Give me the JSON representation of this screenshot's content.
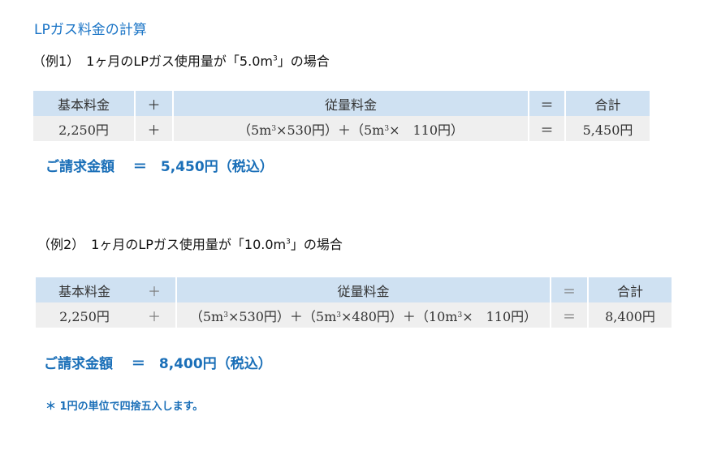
{
  "title": "LPガス料金の計算",
  "example1": {
    "heading_label": "（例1）　1ヶ月のLPガス使用量が「5.0m",
    "heading_sup": "3",
    "heading_end": "」の場合",
    "headers": [
      "基本料金",
      "＋",
      "従量料金",
      "＝",
      "合計"
    ],
    "row": {
      "basic": "2,250円",
      "plus": "＋",
      "usage_a": "（5m",
      "sup": "3",
      "usage_b": "×530円）＋（5m",
      "sup2": "3",
      "usage_c": "×　110円）",
      "eq": "＝",
      "total": "5,450円"
    },
    "billing": "ご請求金額　 ＝　5,450円（税込）"
  },
  "example2": {
    "heading_label": "（例2）　1ヶ月のLPガス使用量が「10.0m",
    "heading_sup": "3",
    "heading_end": "」の場合",
    "headers": [
      "基本料金",
      "＋",
      "従量料金",
      "＝",
      "合計"
    ],
    "row": {
      "basic": "2,250円",
      "plus": "＋",
      "usage_a": "（5m",
      "sup": "3",
      "usage_b": "×530円）＋（5m",
      "sup2": "3",
      "usage_c": "×480円）＋（10m",
      "sup3": "3",
      "usage_d": "×　110円）",
      "eq": "＝",
      "total": "8,400円"
    },
    "billing": "ご請求金額　 ＝　8,400円（税込）"
  },
  "note": "＊ 1円の単位で四捨五入します。"
}
